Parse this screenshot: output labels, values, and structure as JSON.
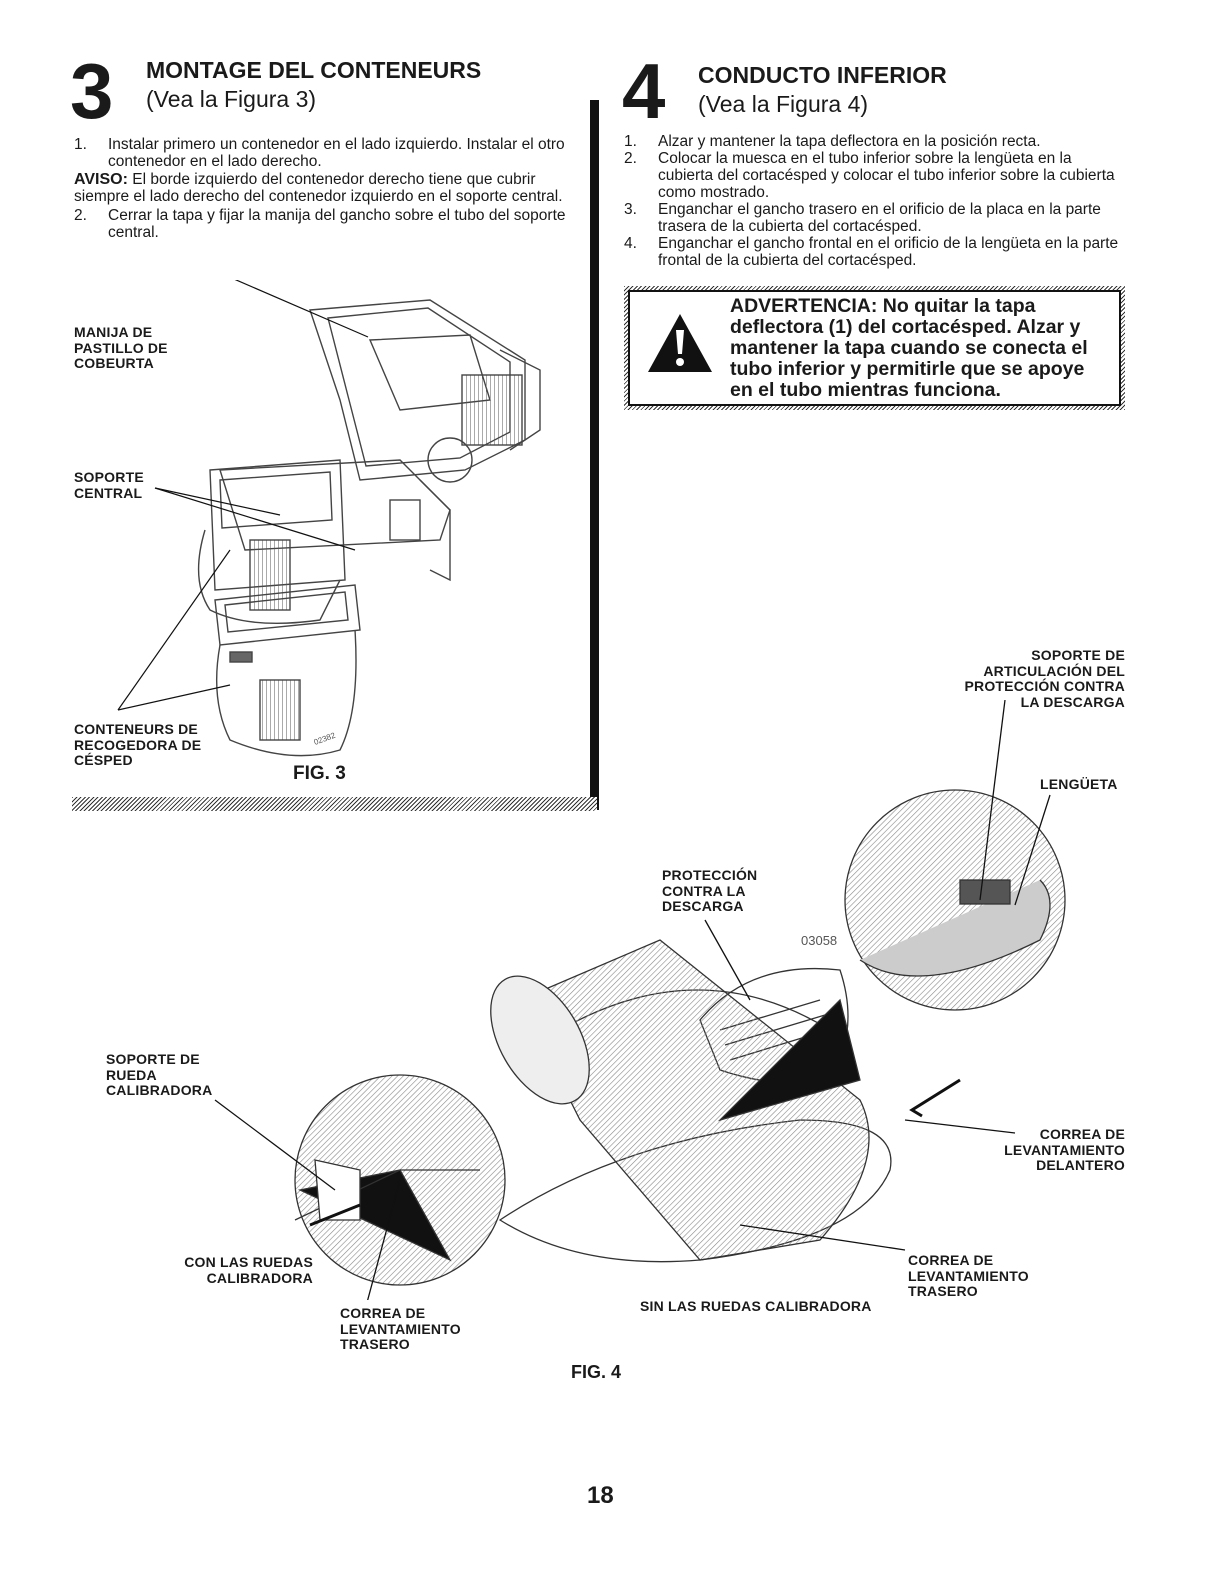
{
  "step3": {
    "number": "3",
    "title": "MONTAGE DEL CONTENEURS",
    "subtitle": "(Vea la Figura 3)",
    "items": [
      {
        "num": "1.",
        "text": "Instalar primero un contenedor en el lado izquierdo. Instalar el otro contenedor en el lado derecho."
      },
      {
        "num": "2.",
        "text": "Cerrar la tapa y fijar la manija del gancho sobre el tubo del soporte central."
      }
    ],
    "notice_label": "AVISO:",
    "notice_text": "El borde izquierdo del contenedor derecho tiene que cubrir siempre el lado derecho del contenedor izquierdo en el soporte central.",
    "fig_labels": {
      "handle": "MANIJA DE PASTILLO DE COBEURTA",
      "support": "SOPORTE CENTRAL",
      "containers": "CONTENEURS DE RECOGEDORA DE CÉSPED"
    },
    "fig_caption": "FIG. 3",
    "fig_code": "02382"
  },
  "step4": {
    "number": "4",
    "title": "CONDUCTO INFERIOR",
    "subtitle": "(Vea la Figura 4)",
    "items": [
      {
        "num": "1.",
        "text": "Alzar y mantener la tapa deflectora en la posición recta."
      },
      {
        "num": "2.",
        "text": "Colocar la muesca en el tubo inferior sobre la lengüeta en la cubierta del cortacésped y colocar el tubo inferior sobre la cubierta como mostrado."
      },
      {
        "num": "3.",
        "text": "Enganchar el gancho trasero en el orificio de la placa en la parte trasera de la cubierta del cortacésped."
      },
      {
        "num": "4.",
        "text": "Enganchar el gancho frontal en el orificio de la lengüeta en la parte frontal de la cubierta del cortacésped."
      }
    ],
    "warning": "ADVERTENCIA: No quitar la tapa deflectora (1) del cortacésped. Alzar y mantener la tapa cuando se conecta el tubo inferior y permitirle que se apoye en el tubo mientras funciona.",
    "fig_labels": {
      "hinge": "SOPORTE DE ARTICULACIÓN DEL PROTECCIÓN CONTRA LA DESCARGA",
      "tab": "LENGÜETA",
      "chute": "PROTECCIÓN CONTRA LA DESCARGA",
      "code": "03058",
      "gauge_bracket": "SOPORTE DE RUEDA CALIBRADORA",
      "front_strap": "CORREA DE LEVANTAMIENTO DELANTERO",
      "rear_strap_right": "CORREA DE LEVANTAMIENTO TRASERO",
      "with_wheels": "CON LAS RUEDAS CALIBRADORA",
      "rear_strap_left": "CORREA DE LEVANTAMIENTO TRASERO",
      "without_wheels": "SIN LAS RUEDAS CALIBRADORA"
    },
    "fig_caption": "FIG. 4"
  },
  "page_number": "18"
}
